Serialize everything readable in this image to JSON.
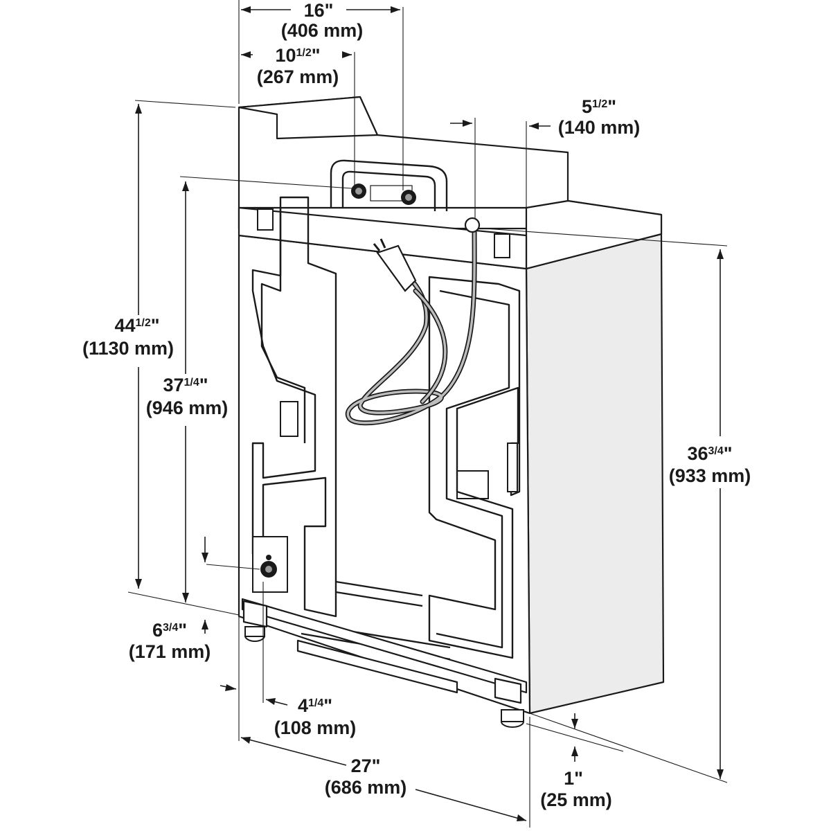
{
  "diagram": {
    "dimensions": {
      "total_height": {
        "inches": "44",
        "frac": "1/2",
        "unit": "\"",
        "mm": "(1130 mm)"
      },
      "cabinet_top_height": {
        "inches": "37",
        "frac": "1/4",
        "unit": "\"",
        "mm": "(946 mm)"
      },
      "side_height": {
        "inches": "36",
        "frac": "3/4",
        "unit": "\"",
        "mm": "(933 mm)"
      },
      "inlet_hot_offset": {
        "inches": "16",
        "frac": "",
        "unit": "\"",
        "mm": "(406 mm)"
      },
      "inlet_cold_offset": {
        "inches": "10",
        "frac": "1/2",
        "unit": "\"",
        "mm": "(267 mm)"
      },
      "cord_offset": {
        "inches": "5",
        "frac": "1/2",
        "unit": "\"",
        "mm": "(140 mm)"
      },
      "drain_height": {
        "inches": "6",
        "frac": "3/4",
        "unit": "\"",
        "mm": "(171 mm)"
      },
      "drain_offset": {
        "inches": "4",
        "frac": "1/4",
        "unit": "\"",
        "mm": "(108 mm)"
      },
      "width": {
        "inches": "27",
        "frac": "",
        "unit": "\"",
        "mm": "(686 mm)"
      },
      "leg_height": {
        "inches": "1",
        "frac": "",
        "unit": "\"",
        "mm": "(25 mm)"
      }
    }
  }
}
